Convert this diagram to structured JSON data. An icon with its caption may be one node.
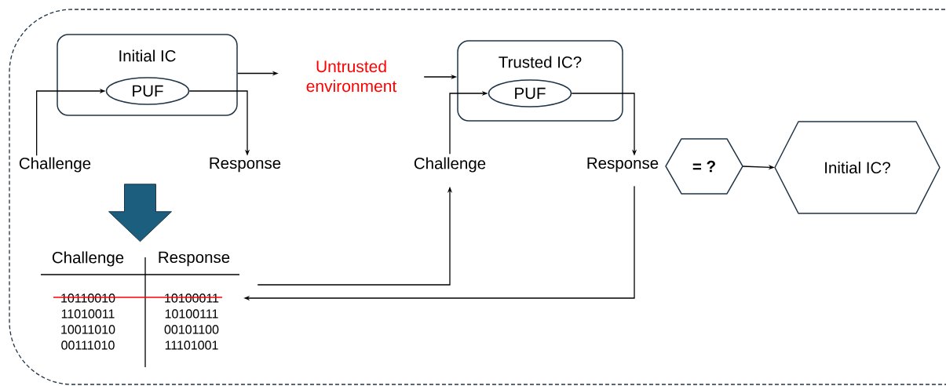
{
  "diagram": {
    "nodes": [
      {
        "text": [
          "Initial IC"
        ]
      },
      {
        "text": [
          "PUF"
        ],
        "in": 0
      },
      {
        "text": [
          "Challenge"
        ]
      },
      {
        "text": [
          "Response"
        ]
      },
      {
        "text": [
          "Untrusted environment"
        ]
      },
      {
        "text": [
          "Trusted IC?"
        ]
      },
      {
        "text": [
          "PUF"
        ],
        "in": 5
      },
      {
        "text": [
          "Challenge"
        ]
      },
      {
        "text": [
          "Response"
        ]
      },
      {
        "text": [
          "= ?"
        ]
      },
      {
        "text": [
          "Initial IC?"
        ]
      },
      {
        "text": [
          "Challenge",
          "Response",
          "10110010",
          "10100011",
          "11010011",
          "10100111",
          "10011010",
          "00101100",
          "00111010",
          "11101001"
        ]
      }
    ],
    "edges": [
      {
        "from": 2,
        "to": 1,
        "arrow": "to"
      },
      {
        "from": 1,
        "to": 3,
        "arrow": "to"
      },
      {
        "from": 0,
        "to": 4,
        "arrow": "to"
      },
      {
        "from": 4,
        "to": 5,
        "arrow": "to"
      },
      {
        "from": 7,
        "to": 6,
        "arrow": "to"
      },
      {
        "from": 6,
        "to": 8,
        "arrow": "to"
      },
      {
        "from": 11,
        "to": 7,
        "arrow": "to"
      },
      {
        "from": 8,
        "to": 11,
        "arrow": "to"
      },
      {
        "from": 9,
        "to": 10,
        "arrow": "to"
      },
      {
        "from": null,
        "to": 11,
        "arrow": "to",
        "style": "thick",
        "color": "#1b5e7e"
      }
    ]
  }
}
